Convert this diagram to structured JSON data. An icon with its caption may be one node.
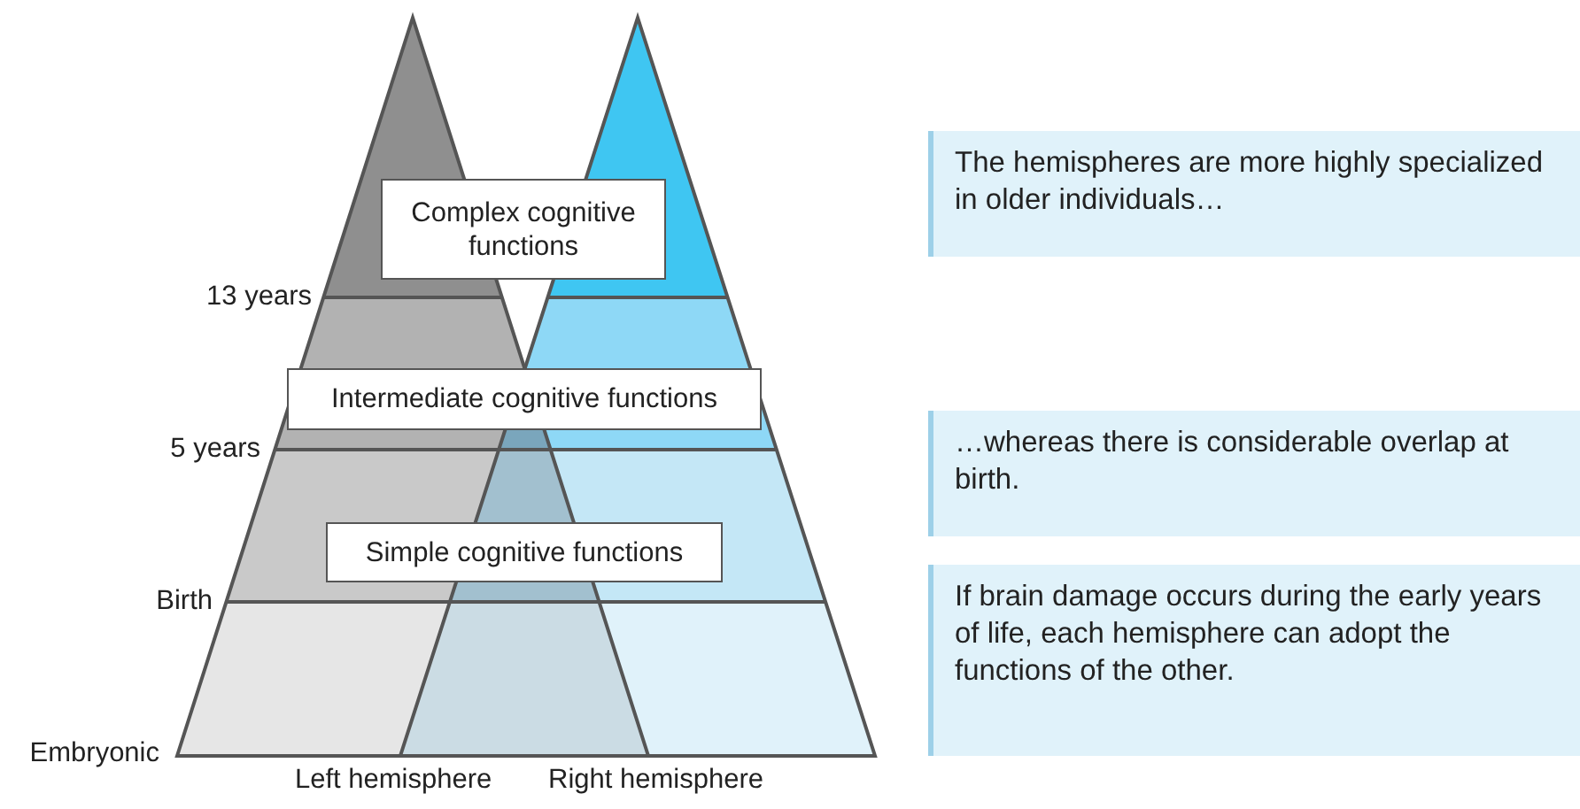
{
  "diagram": {
    "nodes": [
      {
        "text": [
          "Complex cognitive functions"
        ]
      },
      {
        "text": [
          "Intermediate cognitive functions"
        ]
      },
      {
        "text": [
          "Simple cognitive functions"
        ]
      },
      {
        "text": [
          "The hemispheres are more highly specialized in older individuals…"
        ]
      },
      {
        "text": [
          "…whereas there is considerable overlap at birth."
        ]
      },
      {
        "text": [
          "If brain damage occurs during the early years of life, each hemisphere can adopt the functions of the other."
        ]
      }
    ],
    "labels": [
      "13 years",
      "5 years",
      "Birth",
      "Embryonic",
      "Left hemisphere",
      "Right hemisphere"
    ]
  }
}
